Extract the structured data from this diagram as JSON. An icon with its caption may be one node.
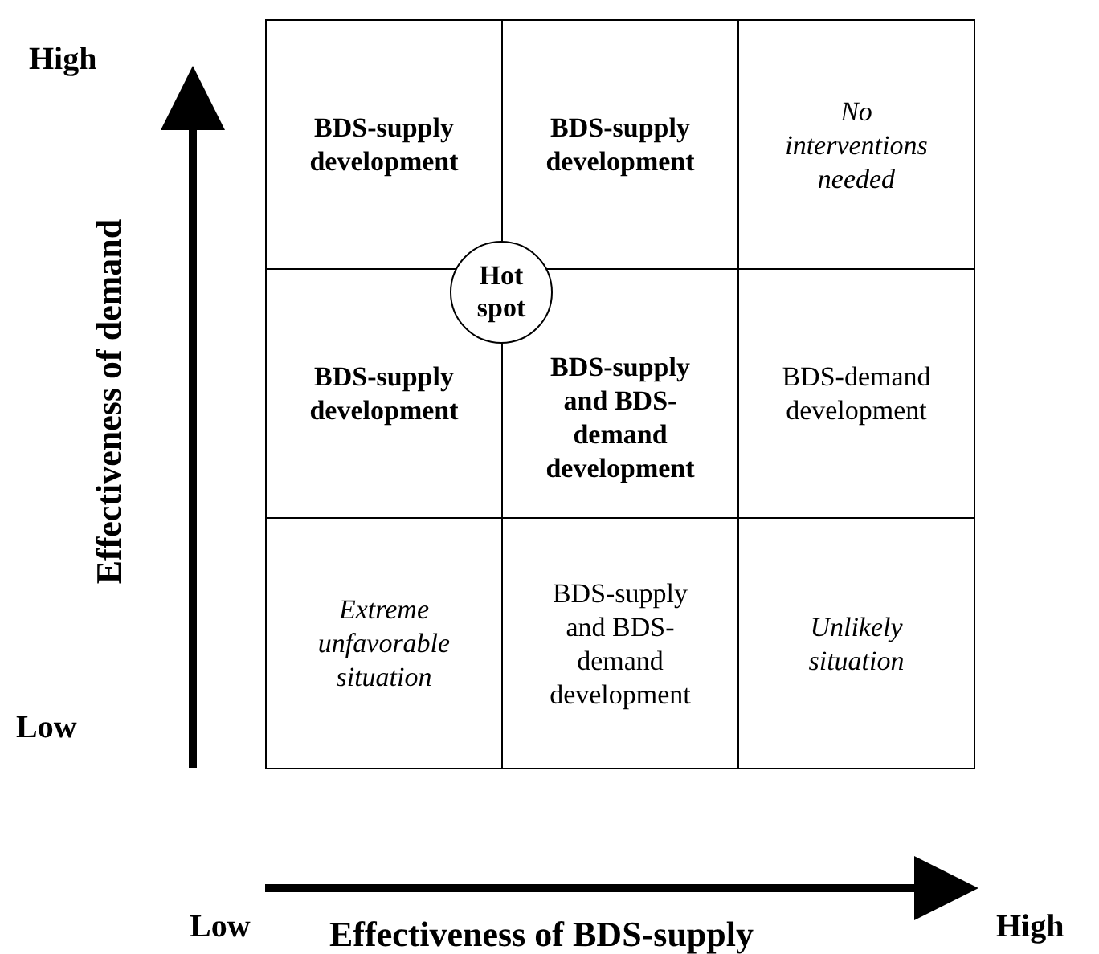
{
  "diagram": {
    "nodes": [
      {
        "text": [
          "BDS-supply development"
        ]
      },
      {
        "text": [
          "BDS-supply development"
        ]
      },
      {
        "text": [
          "No interventions needed"
        ]
      },
      {
        "text": [
          "BDS-supply development"
        ]
      },
      {
        "text": [
          "BDS-supply and BDS-demand development"
        ]
      },
      {
        "text": [
          "BDS-demand development"
        ]
      },
      {
        "text": [
          "Extreme unfavorable situation"
        ]
      },
      {
        "text": [
          "BDS-supply and BDS-demand development"
        ]
      },
      {
        "text": [
          "Unlikely situation"
        ]
      },
      {
        "text": [
          "Hot spot"
        ]
      }
    ],
    "edges": [],
    "labels": [
      "High",
      "Effectiveness of demand",
      "Low",
      "Low",
      "Effectiveness of BDS-supply",
      "High"
    ]
  }
}
